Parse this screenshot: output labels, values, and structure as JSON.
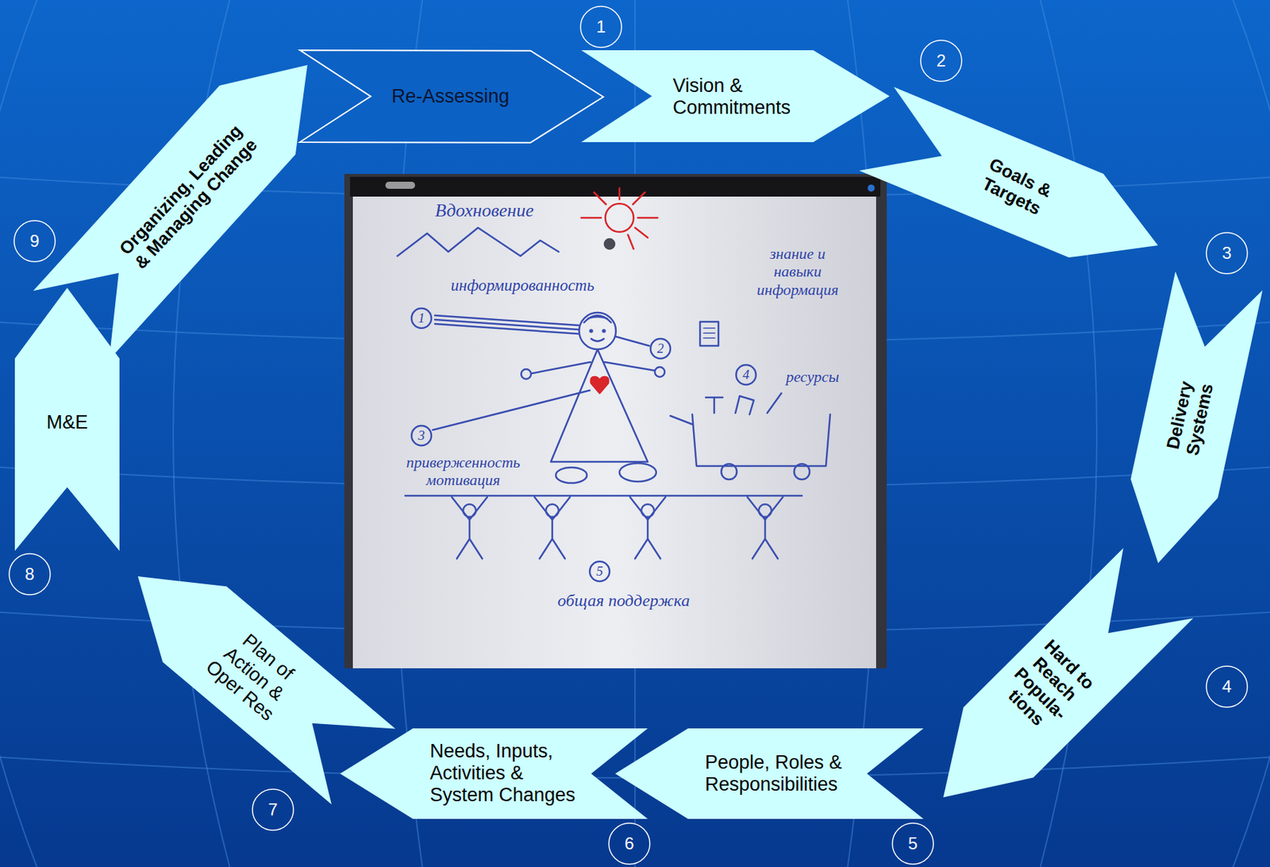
{
  "diagram": {
    "nodes": [
      {
        "text": [
          "Re-Assessing"
        ]
      },
      {
        "text": [
          "Vision & Commitments"
        ]
      },
      {
        "text": [
          "Goals & Targets"
        ]
      },
      {
        "text": [
          "Delivery Systems"
        ]
      },
      {
        "text": [
          "Hard to Reach Popula- tions"
        ]
      },
      {
        "text": [
          "People, Roles & Responsibilities"
        ]
      },
      {
        "text": [
          "Needs, Inputs, Activities & System Changes"
        ]
      },
      {
        "text": [
          "Plan of Action & Oper Res"
        ]
      },
      {
        "text": [
          "M&E"
        ]
      },
      {
        "text": [
          "Organizing, Leading & Managing Change"
        ]
      },
      {
        "text": [
          "1"
        ]
      },
      {
        "text": [
          "2"
        ]
      },
      {
        "text": [
          "3"
        ]
      },
      {
        "text": [
          "4"
        ]
      },
      {
        "text": [
          "5"
        ]
      },
      {
        "text": [
          "6"
        ]
      },
      {
        "text": [
          "7"
        ]
      },
      {
        "text": [
          "8"
        ]
      },
      {
        "text": [
          "9"
        ]
      }
    ],
    "labels": [
      "Вдохновение",
      "знание и навыки информация",
      "информированность",
      "1",
      "2",
      "4",
      "ресурсы",
      "3",
      "приверженность мотивация",
      "5",
      "общая поддержка"
    ]
  }
}
